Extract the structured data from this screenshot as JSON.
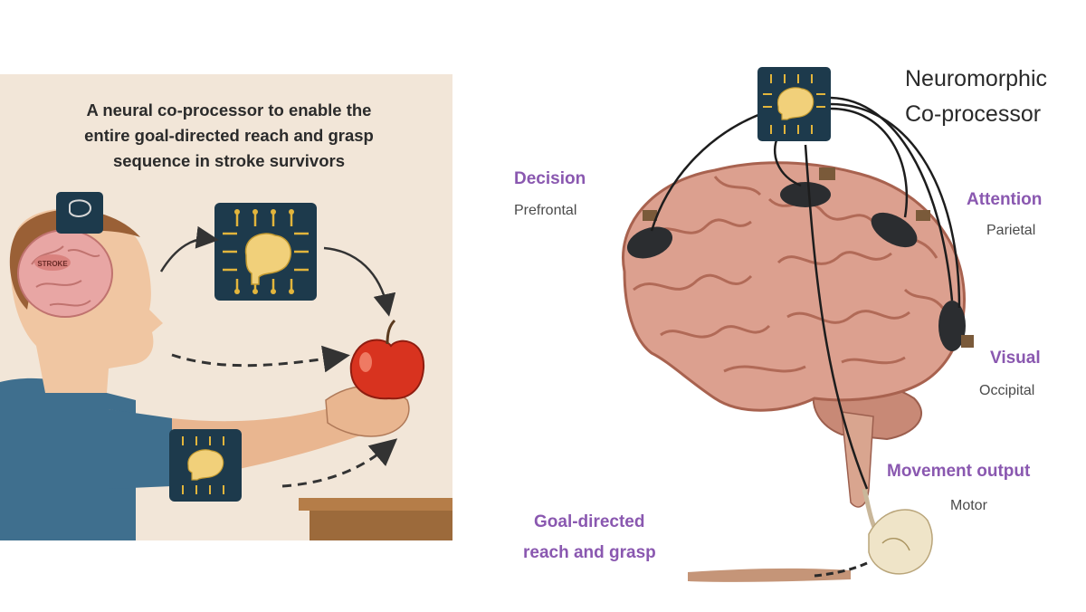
{
  "left": {
    "title_lines": [
      "A neural co-processor to enable the",
      "entire goal-directed reach and grasp",
      "sequence in stroke survivors"
    ],
    "stroke_label": "STROKE"
  },
  "right": {
    "title_lines": [
      "Neuromorphic",
      "Co-processor"
    ],
    "regions": {
      "decision": {
        "title": "Decision",
        "sub": "Prefrontal"
      },
      "attention": {
        "title": "Attention",
        "sub": "Parietal"
      },
      "visual": {
        "title": "Visual",
        "sub": "Occipital"
      },
      "movement": {
        "title": "Movement output",
        "sub": "Motor"
      },
      "goal": {
        "title_lines": [
          "Goal-directed",
          "reach and grasp"
        ]
      }
    }
  },
  "colors": {
    "chip": "#1d3a4c",
    "chip_pin": "#e2b53c",
    "brain": "#dca08f",
    "apple": "#d8331f",
    "shirt": "#3f6f8e",
    "purple_label": "#8a58b0"
  }
}
